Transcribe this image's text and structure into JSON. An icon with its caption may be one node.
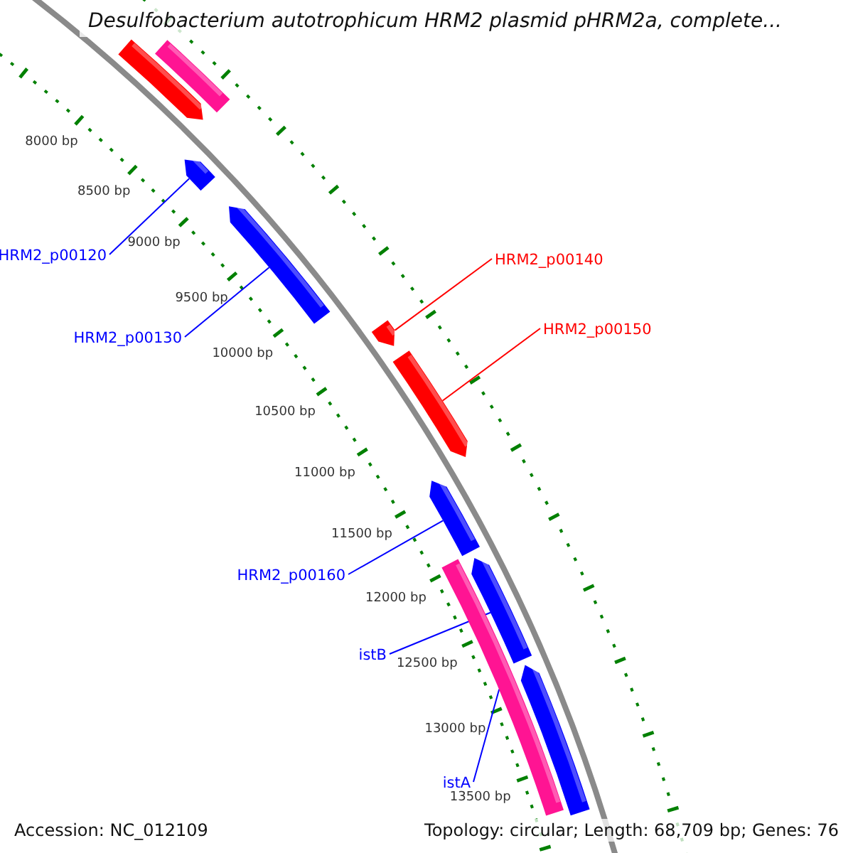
{
  "diagram": {
    "title": "Desulfobacterium autotrophicum HRM2 plasmid pHRM2a, complete...",
    "nodes": [
      {
        "text": [],
        "shape": "bar"
      },
      {
        "text": [],
        "shape": "bar"
      },
      {
        "text": [
          "HRM2_p00120"
        ]
      },
      {
        "text": [],
        "shape": "bar"
      },
      {
        "text": [
          "HRM2_p00130"
        ]
      },
      {
        "text": [],
        "shape": "bar"
      },
      {
        "text": [
          "HRM2_p00140"
        ]
      },
      {
        "text": [],
        "shape": "bar"
      },
      {
        "text": [
          "HRM2_p00150"
        ]
      },
      {
        "text": [],
        "shape": "bar"
      },
      {
        "text": [
          "HRM2_p00160"
        ]
      },
      {
        "text": [],
        "shape": "bar"
      },
      {
        "text": [
          "istB"
        ]
      },
      {
        "text": [],
        "shape": "bar"
      },
      {
        "text": [],
        "shape": "bar"
      },
      {
        "text": [
          "istA"
        ]
      },
      {
        "text": [],
        "shape": "bar"
      }
    ],
    "edges": [
      {
        "from": 2,
        "to": 3,
        "arrow": "none"
      },
      {
        "from": 4,
        "to": 5,
        "arrow": "none"
      },
      {
        "from": 6,
        "to": 7,
        "arrow": "none",
        "color": "#ff0000"
      },
      {
        "from": 8,
        "to": 9,
        "arrow": "none",
        "color": "#ff0000"
      },
      {
        "from": 10,
        "to": 11,
        "arrow": "none"
      },
      {
        "from": 12,
        "to": 13,
        "arrow": "none"
      },
      {
        "from": 15,
        "to": 16,
        "arrow": "none"
      }
    ],
    "labels": [
      "8000 bp",
      "8500 bp",
      "9000 bp",
      "9500 bp",
      "10000 bp",
      "10500 bp",
      "11000 bp",
      "11500 bp",
      "12000 bp",
      "12500 bp",
      "13000 bp",
      "13500 bp",
      "Accession: NC_012109",
      "Topology: circular; Length: 68,709 bp; Genes: 76"
    ]
  }
}
